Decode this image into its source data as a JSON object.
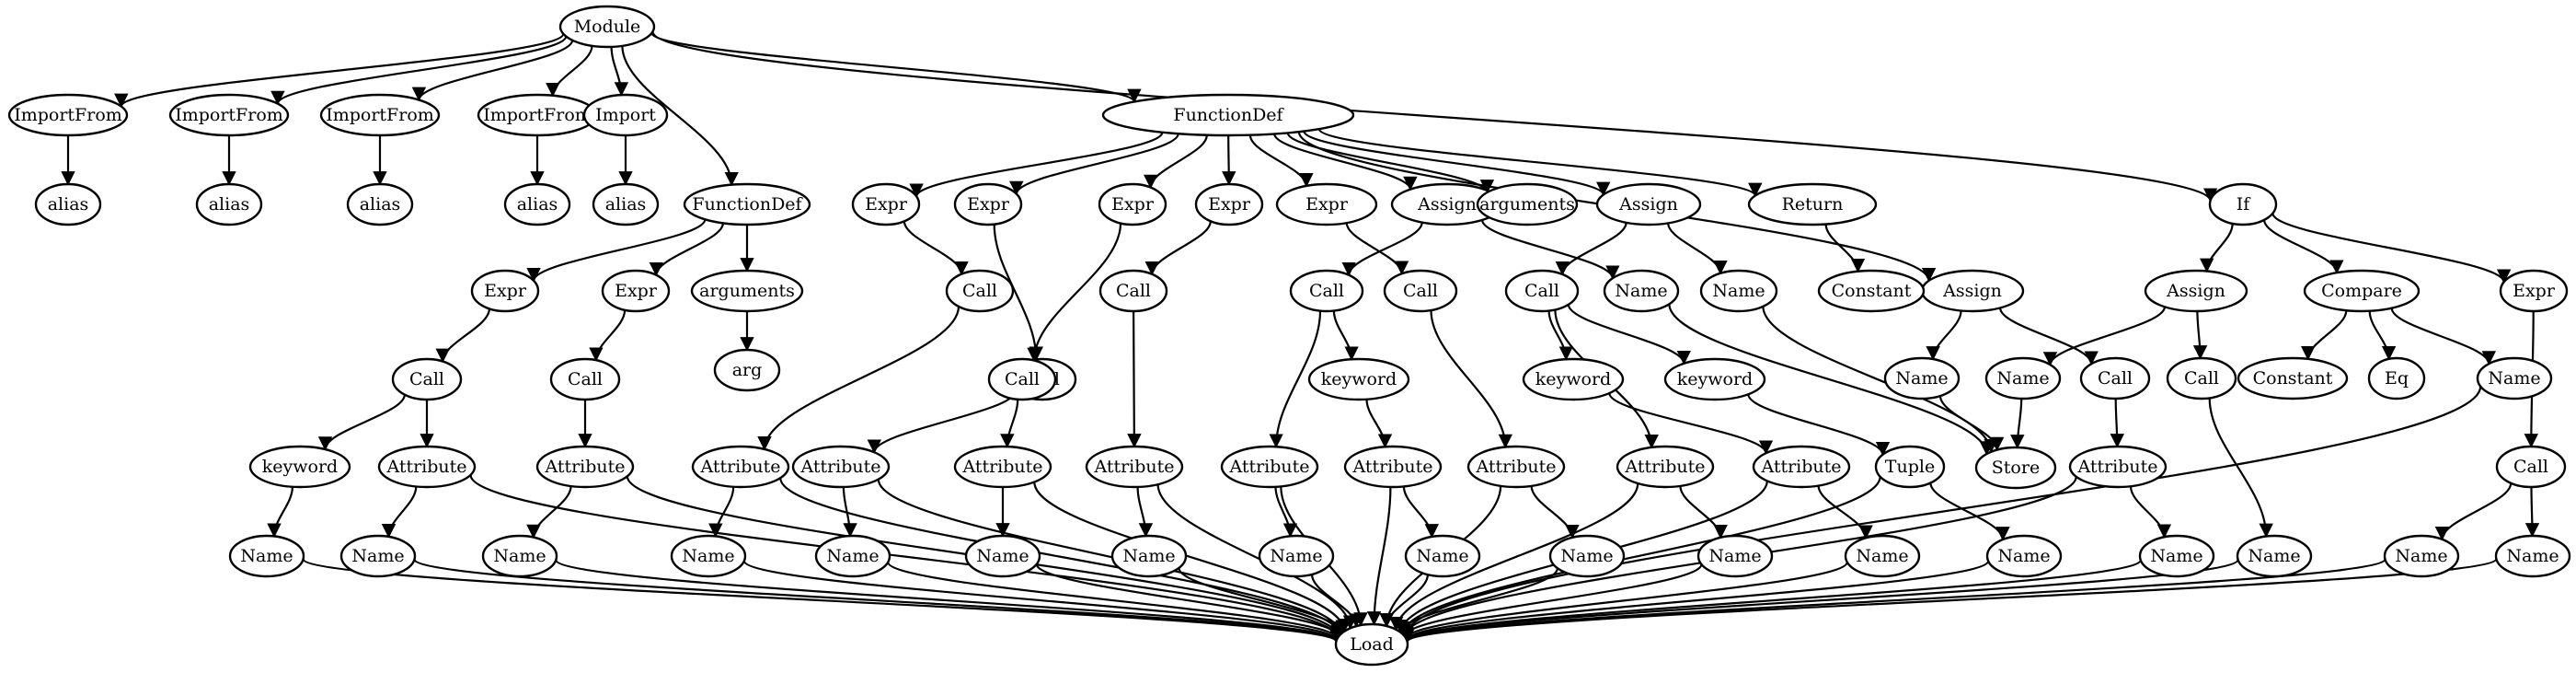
{
  "nodes": [
    {
      "id": "n0",
      "label": "Module"
    },
    {
      "id": "n1",
      "label": "ImportFrom"
    },
    {
      "id": "n2",
      "label": "alias"
    },
    {
      "id": "n3",
      "label": "ImportFrom"
    },
    {
      "id": "n4",
      "label": "alias"
    },
    {
      "id": "n5",
      "label": "ImportFrom"
    },
    {
      "id": "n6",
      "label": "alias"
    },
    {
      "id": "n7",
      "label": "ImportFrom"
    },
    {
      "id": "n8",
      "label": "alias"
    },
    {
      "id": "n9",
      "label": "Import"
    },
    {
      "id": "n10",
      "label": "alias"
    },
    {
      "id": "n11",
      "label": "FunctionDef"
    },
    {
      "id": "n12",
      "label": "Expr"
    },
    {
      "id": "n13",
      "label": "Expr"
    },
    {
      "id": "n14",
      "label": "arguments"
    },
    {
      "id": "n15",
      "label": "arg"
    },
    {
      "id": "n16",
      "label": "Call"
    },
    {
      "id": "n17",
      "label": "Call"
    },
    {
      "id": "n18",
      "label": "keyword"
    },
    {
      "id": "n19",
      "label": "Attribute"
    },
    {
      "id": "n20",
      "label": "Attribute"
    },
    {
      "id": "n21",
      "label": "Name"
    },
    {
      "id": "n22",
      "label": "Name"
    },
    {
      "id": "n23",
      "label": "Name"
    },
    {
      "id": "n24",
      "label": "FunctionDef"
    },
    {
      "id": "n25",
      "label": "Expr"
    },
    {
      "id": "n26",
      "label": "Expr"
    },
    {
      "id": "n27",
      "label": "Expr"
    },
    {
      "id": "n28",
      "label": "Expr"
    },
    {
      "id": "n29",
      "label": "Expr"
    },
    {
      "id": "n30",
      "label": "Assign"
    },
    {
      "id": "n31",
      "label": "arguments"
    },
    {
      "id": "n32",
      "label": "Assign"
    },
    {
      "id": "n33",
      "label": "Return"
    },
    {
      "id": "n34",
      "label": "Assign"
    },
    {
      "id": "n35",
      "label": "Call"
    },
    {
      "id": "n36",
      "label": "Call"
    },
    {
      "id": "n37",
      "label": "Call"
    },
    {
      "id": "n38",
      "label": "Call"
    },
    {
      "id": "n39",
      "label": "Call"
    },
    {
      "id": "n40",
      "label": "Call"
    },
    {
      "id": "n41",
      "label": "Call"
    },
    {
      "id": "n42",
      "label": "Name"
    },
    {
      "id": "n43",
      "label": "Name"
    },
    {
      "id": "n44",
      "label": "Constant"
    },
    {
      "id": "n45",
      "label": "Name"
    },
    {
      "id": "n46",
      "label": "Call"
    },
    {
      "id": "n47",
      "label": "keyword"
    },
    {
      "id": "n48",
      "label": "keyword"
    },
    {
      "id": "n49",
      "label": "keyword"
    },
    {
      "id": "n50",
      "label": "Attribute"
    },
    {
      "id": "n51",
      "label": "Attribute"
    },
    {
      "id": "n52",
      "label": "Attribute"
    },
    {
      "id": "n53",
      "label": "Attribute"
    },
    {
      "id": "n54",
      "label": "Attribute"
    },
    {
      "id": "n55",
      "label": "Attribute"
    },
    {
      "id": "n56",
      "label": "Attribute"
    },
    {
      "id": "n57",
      "label": "Attribute"
    },
    {
      "id": "n58",
      "label": "Attribute"
    },
    {
      "id": "n59",
      "label": "Tuple"
    },
    {
      "id": "n60",
      "label": "Attribute"
    },
    {
      "id": "n61",
      "label": "Name"
    },
    {
      "id": "n62",
      "label": "Name"
    },
    {
      "id": "n63",
      "label": "Name"
    },
    {
      "id": "n64",
      "label": "Name"
    },
    {
      "id": "n65",
      "label": "Name"
    },
    {
      "id": "n66",
      "label": "Name"
    },
    {
      "id": "n67",
      "label": "Name"
    },
    {
      "id": "n68",
      "label": "Name"
    },
    {
      "id": "n69",
      "label": "Name"
    },
    {
      "id": "n70",
      "label": "Name"
    },
    {
      "id": "n71",
      "label": "Name"
    },
    {
      "id": "n72",
      "label": "Store"
    },
    {
      "id": "n73",
      "label": "If"
    },
    {
      "id": "n74",
      "label": "Assign"
    },
    {
      "id": "n75",
      "label": "Compare"
    },
    {
      "id": "n76",
      "label": "Expr"
    },
    {
      "id": "n77",
      "label": "Name"
    },
    {
      "id": "n78",
      "label": "Call"
    },
    {
      "id": "n79",
      "label": "Constant"
    },
    {
      "id": "n80",
      "label": "Eq"
    },
    {
      "id": "n81",
      "label": "Name"
    },
    {
      "id": "n82",
      "label": "Name"
    },
    {
      "id": "n83",
      "label": "Call"
    },
    {
      "id": "n84",
      "label": "Name"
    },
    {
      "id": "n85",
      "label": "Name"
    },
    {
      "id": "n86",
      "label": "Load"
    }
  ],
  "edges": [
    [
      "n0",
      "n1"
    ],
    [
      "n0",
      "n3"
    ],
    [
      "n0",
      "n5"
    ],
    [
      "n0",
      "n7"
    ],
    [
      "n0",
      "n9"
    ],
    [
      "n0",
      "n11"
    ],
    [
      "n0",
      "n24"
    ],
    [
      "n0",
      "n73"
    ],
    [
      "n1",
      "n2"
    ],
    [
      "n3",
      "n4"
    ],
    [
      "n5",
      "n6"
    ],
    [
      "n7",
      "n8"
    ],
    [
      "n9",
      "n10"
    ],
    [
      "n11",
      "n12"
    ],
    [
      "n11",
      "n13"
    ],
    [
      "n11",
      "n14"
    ],
    [
      "n14",
      "n15"
    ],
    [
      "n12",
      "n16"
    ],
    [
      "n13",
      "n17"
    ],
    [
      "n16",
      "n18"
    ],
    [
      "n16",
      "n19"
    ],
    [
      "n17",
      "n20"
    ],
    [
      "n18",
      "n21"
    ],
    [
      "n19",
      "n22"
    ],
    [
      "n20",
      "n23"
    ],
    [
      "n24",
      "n25"
    ],
    [
      "n24",
      "n26"
    ],
    [
      "n24",
      "n27"
    ],
    [
      "n24",
      "n28"
    ],
    [
      "n24",
      "n29"
    ],
    [
      "n24",
      "n30"
    ],
    [
      "n24",
      "n31"
    ],
    [
      "n24",
      "n32"
    ],
    [
      "n24",
      "n33"
    ],
    [
      "n24",
      "n34"
    ],
    [
      "n25",
      "n35"
    ],
    [
      "n26",
      "n36"
    ],
    [
      "n27",
      "n37"
    ],
    [
      "n28",
      "n38"
    ],
    [
      "n29",
      "n39"
    ],
    [
      "n30",
      "n40"
    ],
    [
      "n30",
      "n42"
    ],
    [
      "n32",
      "n41"
    ],
    [
      "n32",
      "n43"
    ],
    [
      "n33",
      "n44"
    ],
    [
      "n34",
      "n45"
    ],
    [
      "n34",
      "n46"
    ],
    [
      "n35",
      "n50"
    ],
    [
      "n36",
      "n51"
    ],
    [
      "n37",
      "n52"
    ],
    [
      "n38",
      "n53"
    ],
    [
      "n40",
      "n54"
    ],
    [
      "n40",
      "n47"
    ],
    [
      "n47",
      "n55"
    ],
    [
      "n39",
      "n56"
    ],
    [
      "n41",
      "n57"
    ],
    [
      "n41",
      "n48"
    ],
    [
      "n41",
      "n49"
    ],
    [
      "n48",
      "n58"
    ],
    [
      "n49",
      "n59"
    ],
    [
      "n46",
      "n60"
    ],
    [
      "n50",
      "n61"
    ],
    [
      "n51",
      "n62"
    ],
    [
      "n52",
      "n63"
    ],
    [
      "n53",
      "n64"
    ],
    [
      "n54",
      "n65"
    ],
    [
      "n55",
      "n66"
    ],
    [
      "n56",
      "n67"
    ],
    [
      "n57",
      "n68"
    ],
    [
      "n58",
      "n69"
    ],
    [
      "n59",
      "n70"
    ],
    [
      "n60",
      "n71"
    ],
    [
      "n42",
      "n72"
    ],
    [
      "n43",
      "n72"
    ],
    [
      "n45",
      "n72"
    ],
    [
      "n77",
      "n72"
    ],
    [
      "n73",
      "n74"
    ],
    [
      "n73",
      "n75"
    ],
    [
      "n73",
      "n76"
    ],
    [
      "n74",
      "n77"
    ],
    [
      "n74",
      "n78"
    ],
    [
      "n78",
      "n82"
    ],
    [
      "n75",
      "n79"
    ],
    [
      "n75",
      "n80"
    ],
    [
      "n75",
      "n81"
    ],
    [
      "n76",
      "n83"
    ],
    [
      "n83",
      "n84"
    ],
    [
      "n83",
      "n85"
    ],
    [
      "n19",
      "n86"
    ],
    [
      "n20",
      "n86"
    ],
    [
      "n21",
      "n86"
    ],
    [
      "n22",
      "n86"
    ],
    [
      "n23",
      "n86"
    ],
    [
      "n50",
      "n86"
    ],
    [
      "n51",
      "n86"
    ],
    [
      "n52",
      "n86"
    ],
    [
      "n53",
      "n86"
    ],
    [
      "n54",
      "n86"
    ],
    [
      "n55",
      "n86"
    ],
    [
      "n56",
      "n86"
    ],
    [
      "n57",
      "n86"
    ],
    [
      "n58",
      "n86"
    ],
    [
      "n59",
      "n86"
    ],
    [
      "n60",
      "n86"
    ],
    [
      "n61",
      "n86"
    ],
    [
      "n62",
      "n86"
    ],
    [
      "n63",
      "n86"
    ],
    [
      "n64",
      "n86"
    ],
    [
      "n65",
      "n86"
    ],
    [
      "n66",
      "n86"
    ],
    [
      "n67",
      "n86"
    ],
    [
      "n68",
      "n86"
    ],
    [
      "n69",
      "n86"
    ],
    [
      "n70",
      "n86"
    ],
    [
      "n71",
      "n86"
    ],
    [
      "n81",
      "n86"
    ],
    [
      "n82",
      "n86"
    ],
    [
      "n84",
      "n86"
    ],
    [
      "n85",
      "n86"
    ]
  ]
}
